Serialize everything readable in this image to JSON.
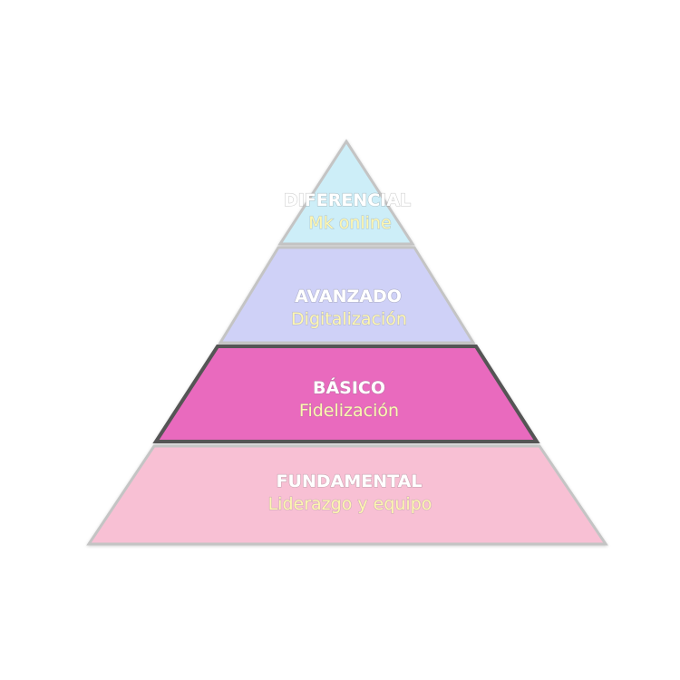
{
  "levels": [
    {
      "title": "DIFERENCIAL",
      "subtitle": "Mk online",
      "fill": "#cdeef8",
      "stroke": "#c4c4c4"
    },
    {
      "title": "AVANZADO",
      "subtitle": "Digitalización",
      "fill": "#cfd1f7",
      "stroke": "#c4c4c4"
    },
    {
      "title": "BÁSICO",
      "subtitle": "Fidelización",
      "fill": "#e96abe",
      "stroke": "#555555"
    },
    {
      "title": "FUNDAMENTAL",
      "subtitle": "Liderazgo y equipo",
      "fill": "#f8c0d4",
      "stroke": "#c4c4c4"
    }
  ],
  "colors": {
    "subtitle_text": "#fdf6b0",
    "title_text": "#ffffff"
  }
}
